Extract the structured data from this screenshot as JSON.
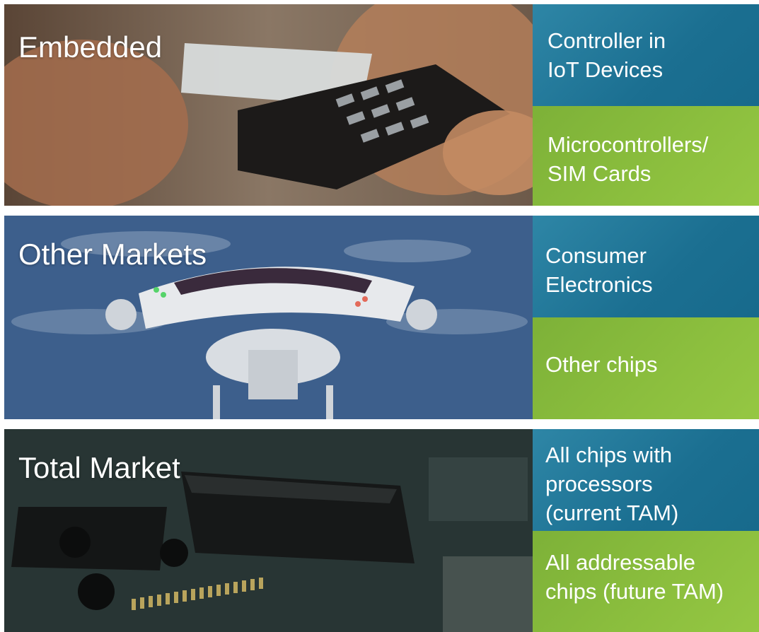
{
  "rows": [
    {
      "title_lines": [
        "Embedded"
      ],
      "image": "contactless-payment-card-reader-photo",
      "top_panel": {
        "lines": [
          "Controller in",
          "IoT Devices"
        ],
        "color": "#1f7598"
      },
      "bottom_panel": {
        "lines": [
          "Microcontrollers/",
          "SIM Cards"
        ],
        "color": "#86b93c"
      }
    },
    {
      "title_lines": [
        "Other",
        "Markets"
      ],
      "image": "quadcopter-drone-photo",
      "top_panel": {
        "lines": [
          "Consumer",
          "Electronics"
        ],
        "color": "#1f7598"
      },
      "bottom_panel": {
        "lines": [
          "Other chips"
        ],
        "color": "#86b93c"
      }
    },
    {
      "title_lines": [
        "Total Market"
      ],
      "image": "circuit-board-chip-photo",
      "top_panel": {
        "lines": [
          "All chips with",
          "processors",
          "(current TAM)"
        ],
        "color": "#1f7598"
      },
      "bottom_panel": {
        "lines": [
          "All addressable",
          "chips (future TAM)"
        ],
        "color": "#86b93c"
      }
    }
  ]
}
